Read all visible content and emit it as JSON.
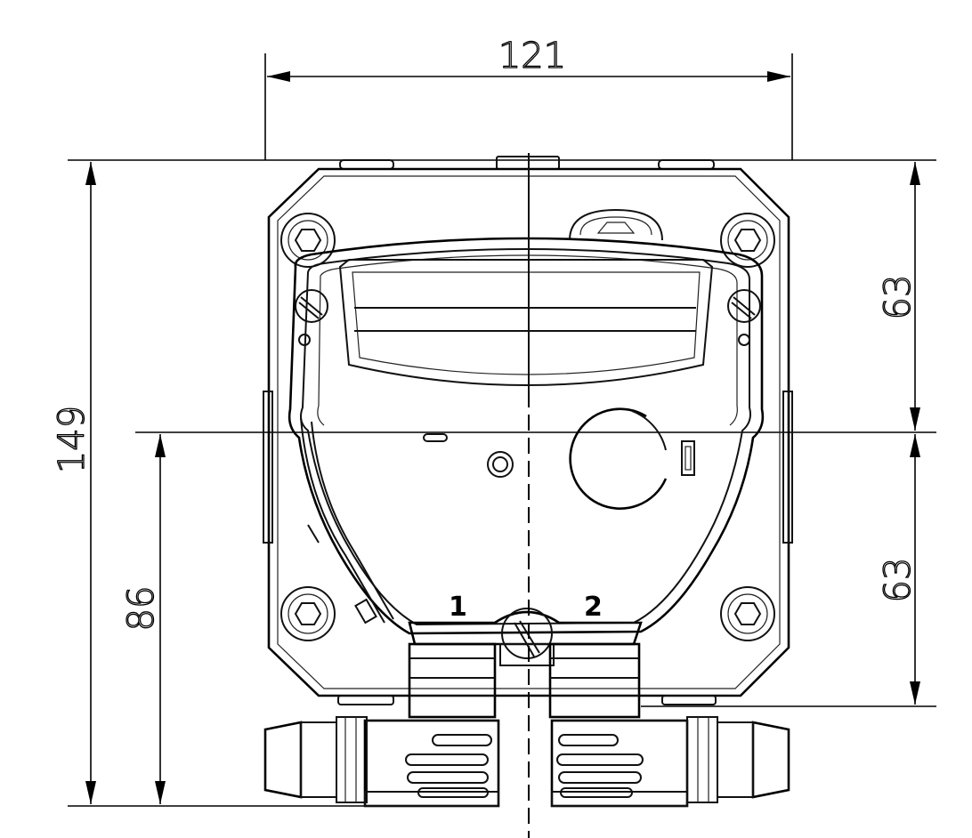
{
  "dimensions": {
    "width": "121",
    "height_total": "149",
    "height_upper": "63",
    "height_lower": "63",
    "height_axis": "86"
  },
  "ports": {
    "port_1": "1",
    "port_2": "2"
  }
}
